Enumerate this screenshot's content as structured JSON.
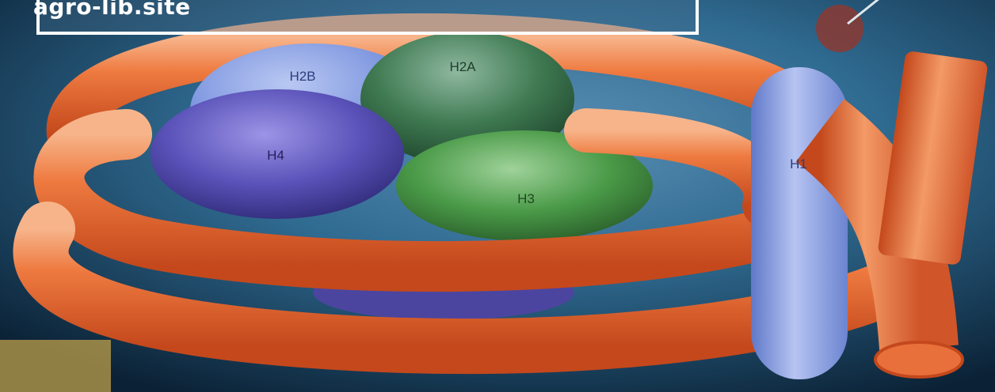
{
  "watermark": {
    "text": "agro-lib.site"
  },
  "histones": {
    "h2b": "H2B",
    "h2a": "H2A",
    "h4": "H4",
    "h3": "H3",
    "h1": "H1"
  },
  "colors": {
    "dna_tube": "#e8703a",
    "h2b": "#7f97e0",
    "h2a": "#3f7a52",
    "h4": "#5a52b8",
    "h3": "#4a9a48",
    "h1": "#8ea4e6",
    "background": "#0e2a3f"
  }
}
